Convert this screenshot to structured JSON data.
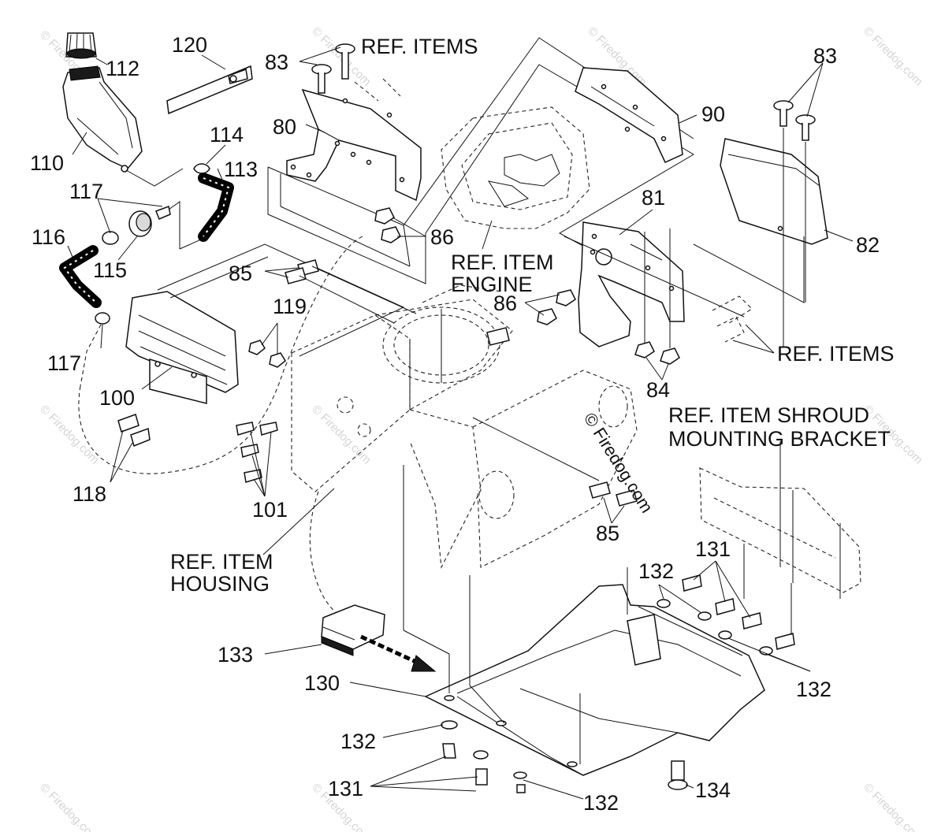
{
  "labels": {
    "p83a": "83",
    "ref_items_top": "REF. ITEMS",
    "p120": "120",
    "p112": "112",
    "p110": "110",
    "p114": "114",
    "p113": "113",
    "p117a": "117",
    "p116": "116",
    "p115": "115",
    "p117b": "117",
    "p80": "80",
    "p86a": "86",
    "ref_engine_1": "REF. ITEM",
    "ref_engine_2": "ENGINE",
    "p85a": "85",
    "p119": "119",
    "p100": "100",
    "p118": "118",
    "p101": "101",
    "ref_housing_1": "REF. ITEM",
    "ref_housing_2": "HOUSING",
    "p90": "90",
    "p83b": "83",
    "p81": "81",
    "p82": "82",
    "p86b": "86",
    "ref_items_right": "REF. ITEMS",
    "p84": "84",
    "ref_shroud_1": "REF. ITEM SHROUD",
    "ref_shroud_2": "MOUNTING BRACKET",
    "p85b": "85",
    "p131a": "131",
    "p132a": "132",
    "p132b": "132",
    "p133": "133",
    "p130": "130",
    "p132c": "132",
    "p131b": "131",
    "p132d": "132",
    "p134": "134"
  },
  "copyright": "© Firedog.com",
  "watermark": "© Firedog.com"
}
